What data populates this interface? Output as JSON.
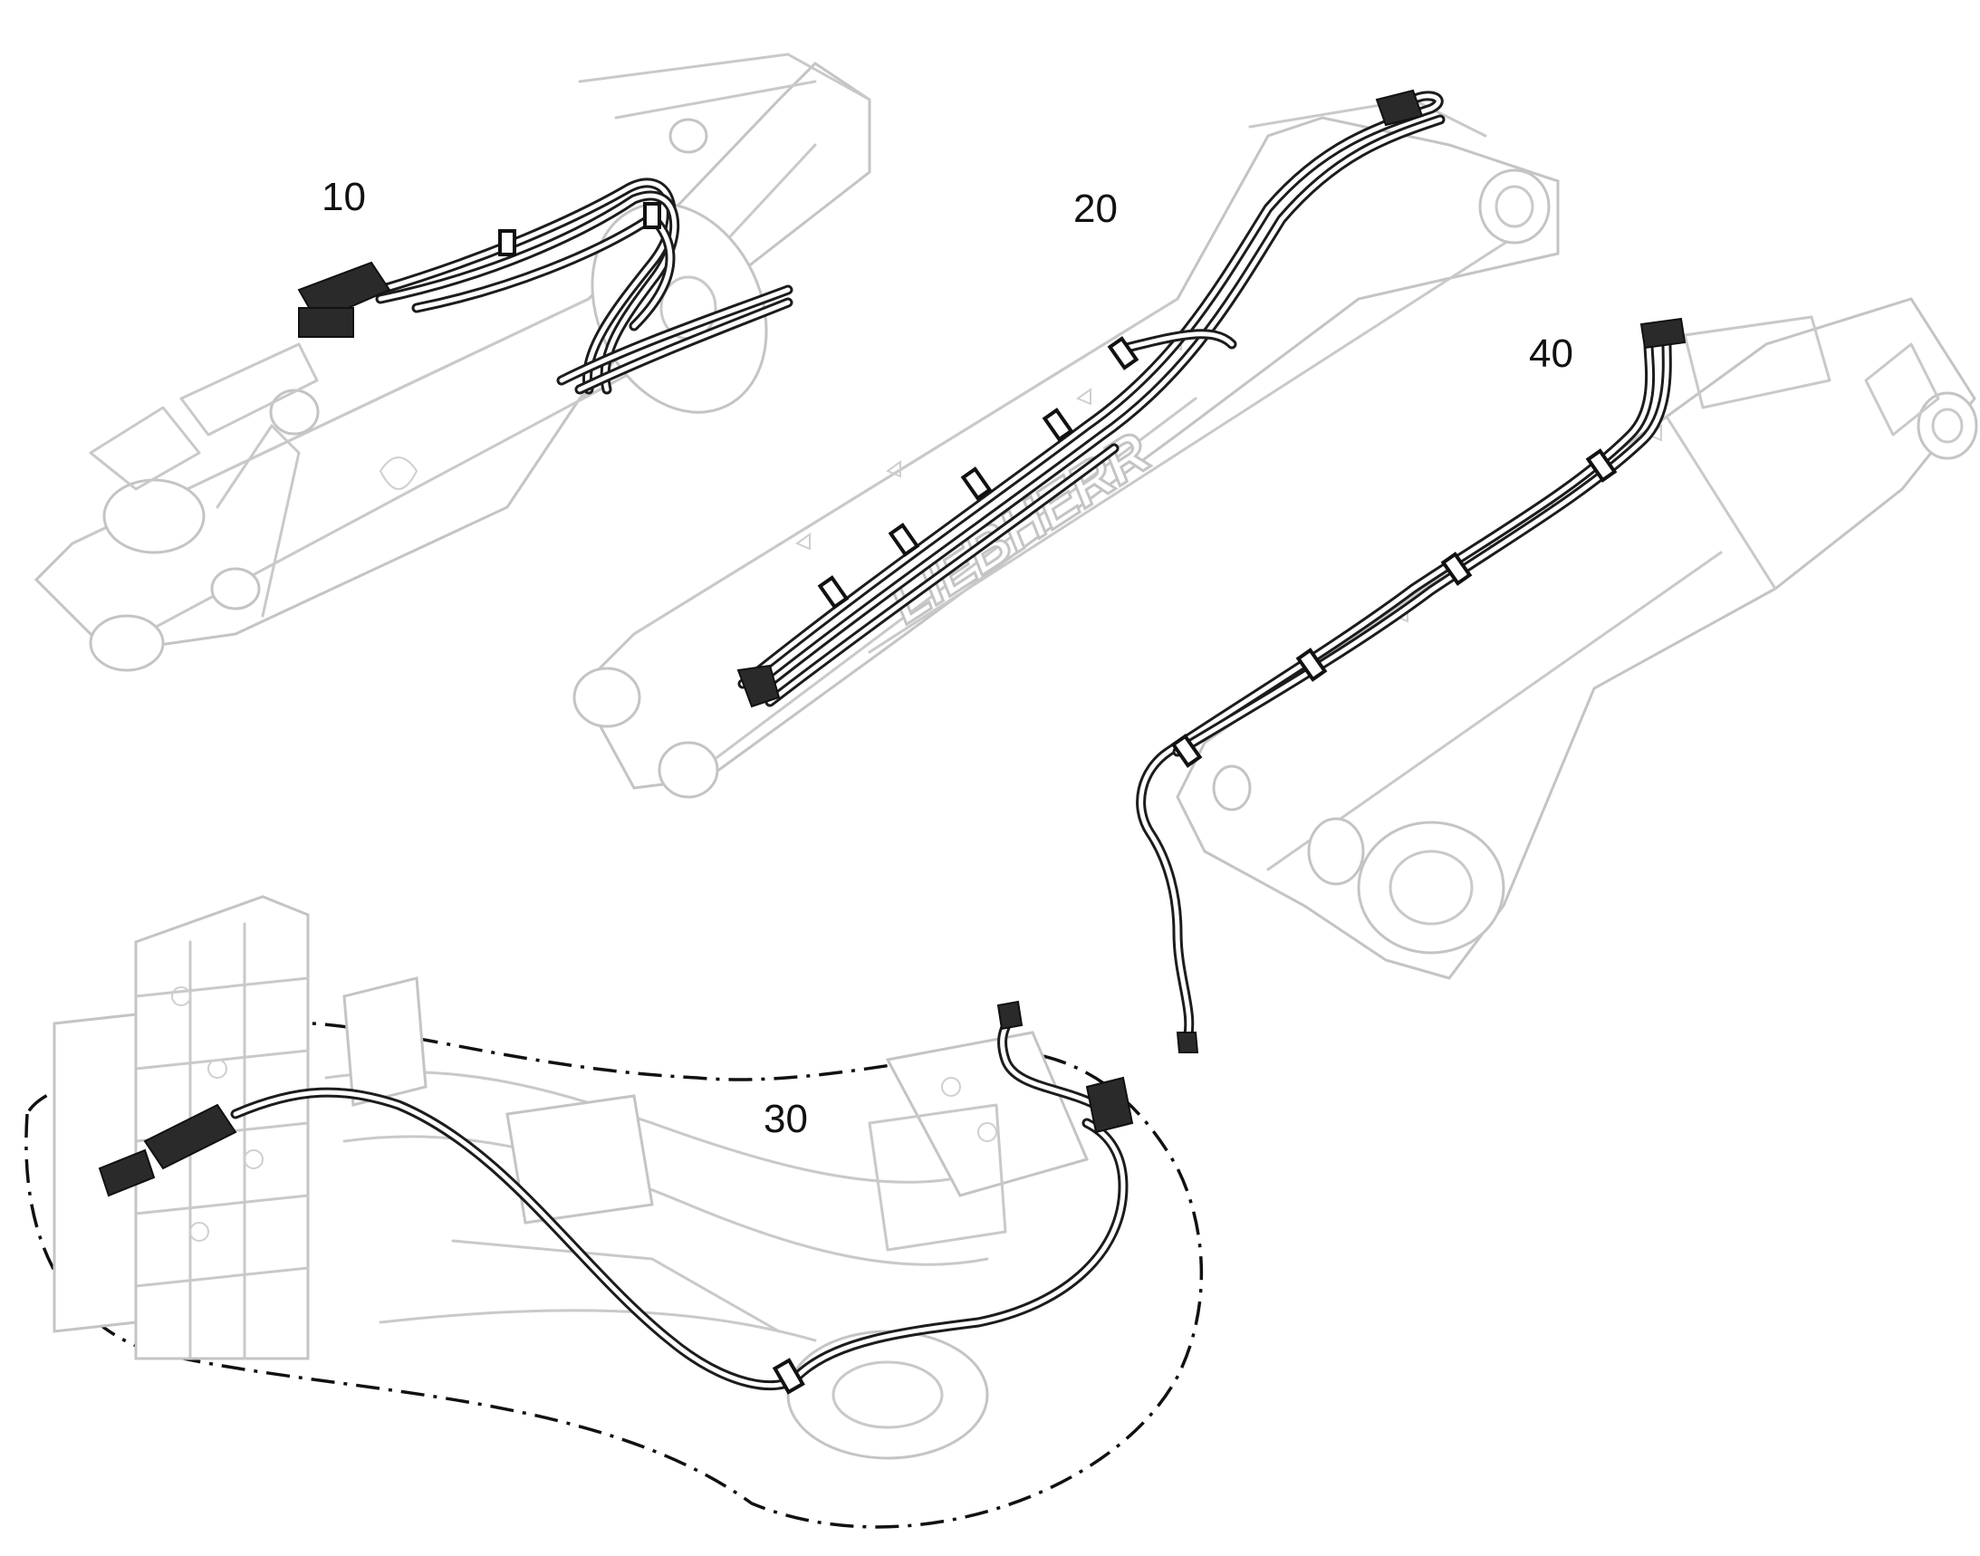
{
  "callouts": {
    "c10": "10",
    "c20": "20",
    "c30": "30",
    "c40": "40"
  },
  "brand_lettering": "LIEBHERR"
}
